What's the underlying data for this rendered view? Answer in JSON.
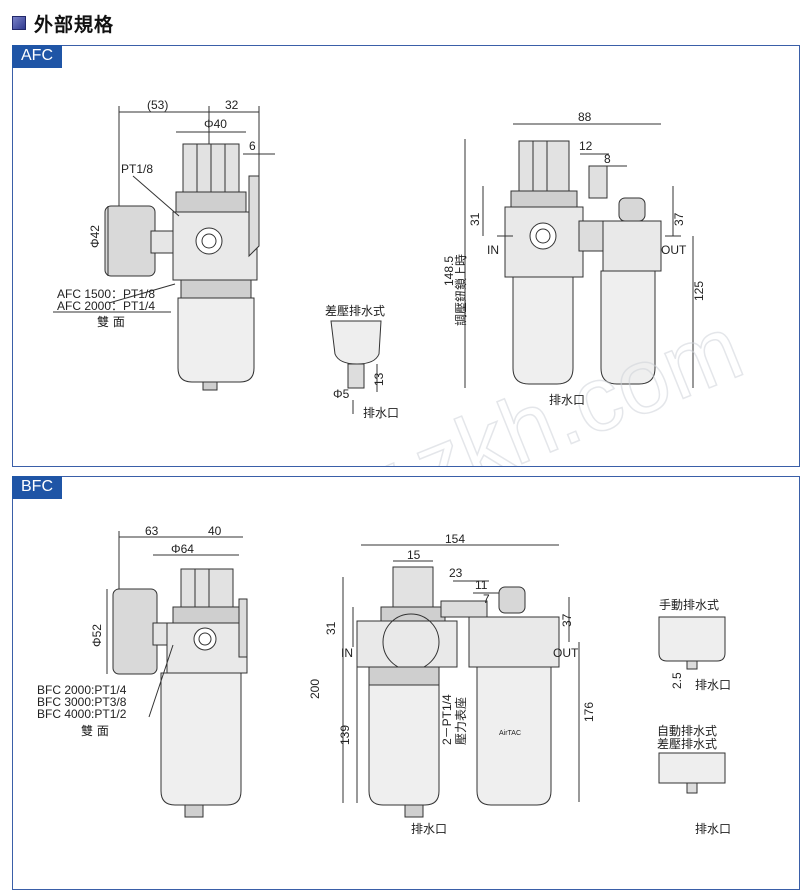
{
  "header": {
    "title": "外部規格"
  },
  "afc": {
    "tab": "AFC",
    "dims": {
      "d53": "(53)",
      "d32": "32",
      "phi40": "Φ40",
      "d6": "6",
      "pt18": "PT1/8",
      "phi42": "Φ42",
      "afc1500": "AFC 1500：PT1/8",
      "afc2000": "AFC 2000：PT1/4",
      "shuangmian": "雙 面",
      "d88": "88",
      "d12": "12",
      "d8": "8",
      "d31": "31",
      "d37": "37",
      "d148": "148.5",
      "adjust": "調壓鈕鎖上時",
      "d125": "125",
      "in": "IN",
      "out": "OUT"
    },
    "drain": {
      "title": "差壓排水式",
      "phi5": "Φ5",
      "d13": "13",
      "label": "排水口"
    },
    "drain2": {
      "label": "排水口"
    }
  },
  "bfc": {
    "tab": "BFC",
    "dims": {
      "d63": "63",
      "d40": "40",
      "phi64": "Φ64",
      "phi52": "Φ52",
      "bfc2000": "BFC 2000:PT1/4",
      "bfc3000": "BFC 3000:PT3/8",
      "bfc4000": "BFC 4000:PT1/2",
      "shuangmian": "雙 面",
      "d154": "154",
      "d15": "15",
      "d23": "23",
      "d11": "11",
      "d7": "7",
      "d31": "31",
      "d37": "37",
      "d200": "200",
      "d139": "139",
      "d176": "176",
      "in": "IN",
      "out": "OUT",
      "gauge": "2－PT1/4",
      "gauge2": "壓力表座",
      "drain_label": "排水口",
      "brand": "AirTAC"
    },
    "manual": {
      "title": "手動排水式",
      "d25": "2.5",
      "label": "排水口"
    },
    "auto": {
      "title1": "自動排水式",
      "title2": "差壓排水式",
      "label": "排水口"
    }
  },
  "watermark": "www.zkh.com"
}
